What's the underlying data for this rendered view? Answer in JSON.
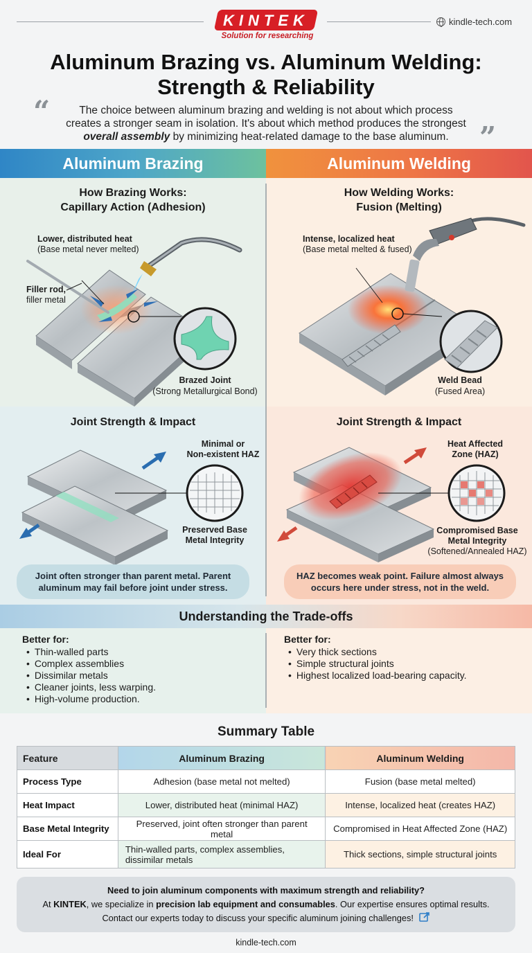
{
  "header": {
    "logo_text": "KINTEK",
    "logo_tagline": "Solution for researching",
    "website": "kindle-tech.com"
  },
  "title_line1": "Aluminum Brazing vs. Aluminum Welding:",
  "title_line2": "Strength & Reliability",
  "intro": {
    "line1": "The choice between aluminum brazing and welding is not about which process",
    "line2": "creates a stronger seam in isolation. It's about which method produces the strongest",
    "emph": "overall assembly",
    "line3_rest": " by minimizing heat-related damage to the base aluminum."
  },
  "brazing": {
    "header": "Aluminum Brazing",
    "how_title1": "How Brazing Works:",
    "how_title2": "Capillary Action (Adhesion)",
    "heat_label": "Lower, distributed heat",
    "heat_sub": "(Base metal never melted)",
    "filler_label1": "Filler rod,",
    "filler_label2": "filler metal",
    "joint_label": "Brazed Joint",
    "joint_sub": "(Strong Metallurgical Bond)",
    "strength_title": "Joint Strength & Impact",
    "haz_label1": "Minimal or",
    "haz_label2": "Non-existent HAZ",
    "integrity_label1": "Preserved Base",
    "integrity_label2": "Metal Integrity",
    "summary1": "Joint often stronger than parent metal. Parent",
    "summary2": "aluminum may fail before joint under stress.",
    "better_for": "Better for:",
    "items": [
      "Thin-walled parts",
      "Complex assemblies",
      "Dissimilar metals",
      "Cleaner joints, less warping.",
      "High-volume production."
    ]
  },
  "welding": {
    "header": "Aluminum Welding",
    "how_title1": "How Welding Works:",
    "how_title2": "Fusion (Melting)",
    "heat_label": "Intense, localized heat",
    "heat_sub": "(Base metal melted & fused)",
    "joint_label": "Weld Bead",
    "joint_sub": "(Fused Area)",
    "strength_title": "Joint Strength & Impact",
    "haz_label1": "Heat Affected",
    "haz_label2": "Zone (HAZ)",
    "integrity_label1": "Compromised Base",
    "integrity_label2": "Metal Integrity",
    "integrity_sub": "(Softened/Annealed HAZ)",
    "summary1": "HAZ becomes weak point. Failure almost always",
    "summary2": "occurs here under stress, not in the weld.",
    "better_for": "Better for:",
    "items": [
      "Very thick sections",
      "Simple structural joints",
      "Highest localized load-bearing capacity."
    ]
  },
  "tradeoffs_title": "Understanding the Trade-offs",
  "summary_table": {
    "title": "Summary Table",
    "headers": [
      "Feature",
      "Aluminum Brazing",
      "Aluminum Welding"
    ],
    "rows": [
      {
        "feature": "Process Type",
        "brazing": "Adhesion (base metal not melted)",
        "welding": "Fusion (base metal melted)"
      },
      {
        "feature": "Heat Impact",
        "brazing": "Lower, distributed heat (minimal HAZ)",
        "welding": "Intense, localized heat (creates HAZ)"
      },
      {
        "feature": "Base Metal Integrity",
        "brazing": "Preserved, joint often stronger than parent metal",
        "welding": "Compromised in Heat Affected Zone (HAZ)"
      },
      {
        "feature": "Ideal For",
        "brazing": "Thin-walled parts, complex assemblies, dissimilar metals",
        "welding": "Thick sections, simple structural joints"
      }
    ]
  },
  "cta": {
    "question": "Need to join aluminum components with maximum strength and reliability?",
    "line2_a": "At ",
    "brand": "KINTEK",
    "line2_b": ", we specialize in ",
    "line2_em": "precision lab equipment and consumables",
    "line2_c": ". Our expertise ensures optimal results.",
    "line3": "Contact our experts today to discuss your specific aluminum joining challenges!"
  },
  "footer": "kindle-tech.com",
  "colors": {
    "brand_red": "#d71f26",
    "brazing_blue": "#2f86c6",
    "brazing_green": "#6dc19e",
    "welding_orange": "#f0923d",
    "welding_red": "#e2554c"
  }
}
